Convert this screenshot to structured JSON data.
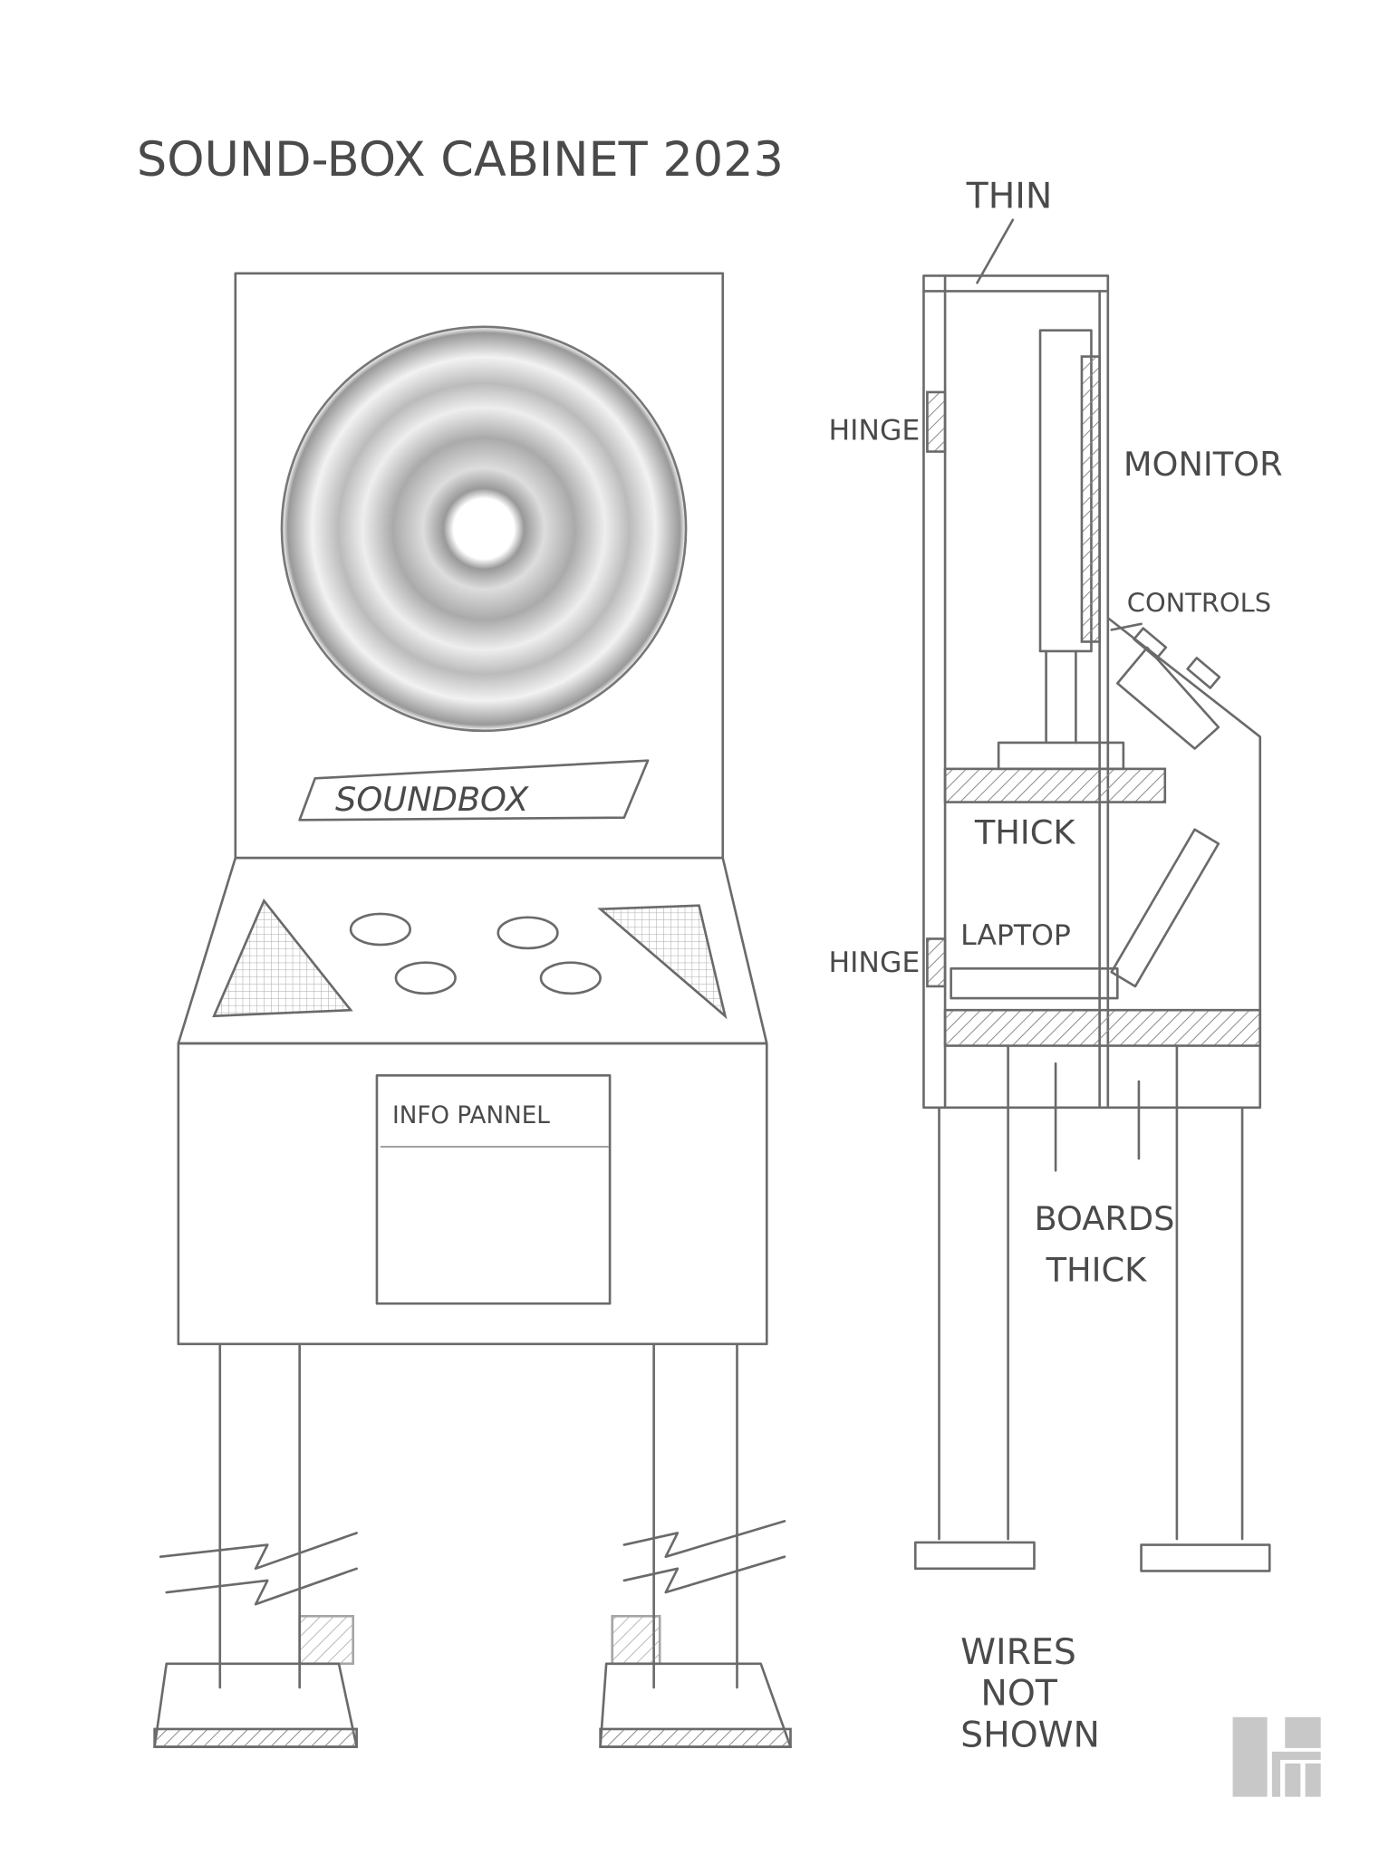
{
  "title": "SOUND-BOX CABINET 2023",
  "front_view": {
    "logo_label": "SOUNDBOX",
    "info_panel_label": "INFO PANNEL"
  },
  "side_view": {
    "labels": {
      "thin": "THIN",
      "hinge_top": "HINGE",
      "monitor": "MONITOR",
      "controls": "CONTROLS",
      "thick": "THICK",
      "laptop": "LAPTOP",
      "hinge_bottom": "HINGE",
      "boards_line1": "BOARDS",
      "boards_line2": "THICK"
    }
  },
  "note": {
    "line1": "WIRES",
    "line2": "NOT",
    "line3": "SHOWN"
  },
  "colors": {
    "pencil": "#6a6a6a",
    "logo": "#c8c8c8"
  }
}
